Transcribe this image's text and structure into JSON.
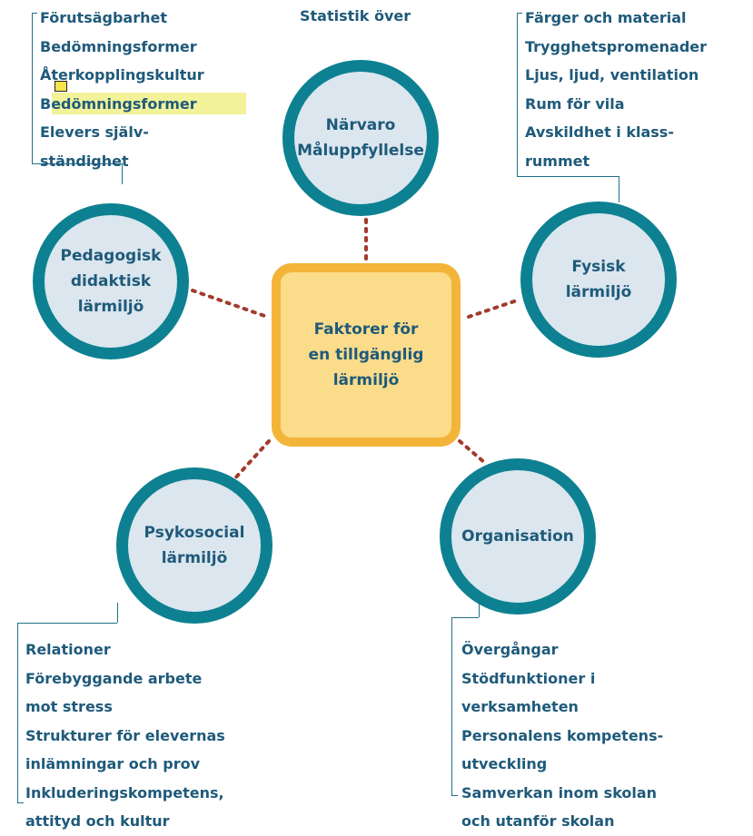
{
  "caption_top": "Statistik över",
  "center": {
    "lines": [
      "Faktorer för",
      "en tillgänglig",
      "lärmiljö"
    ]
  },
  "nodes": {
    "narvaro": {
      "lines": [
        "Närvaro",
        "Måluppfyllelse"
      ]
    },
    "pedagogisk": {
      "lines": [
        "Pedagogisk",
        "didaktisk",
        "lärmiljö"
      ]
    },
    "fysisk": {
      "lines": [
        "Fysisk",
        "lärmiljö"
      ]
    },
    "psykosocial": {
      "lines": [
        "Psykosocial",
        "lärmiljö"
      ]
    },
    "organisation": {
      "lines": [
        "Organisation"
      ]
    }
  },
  "lists": {
    "pedagogisk": [
      "Förutsägbarhet",
      "Bedömningsformer",
      "Återkopplingskultur",
      "Bedömningsformer",
      "Elevers själv-",
      "ständighet"
    ],
    "fysisk": [
      "Färger och material",
      "Trygghetspromenader",
      "Ljus, ljud, ventilation",
      "Rum för vila",
      "Avskildhet i klass-",
      "rummet"
    ],
    "psykosocial": [
      "Relationer",
      "Förebyggande arbete",
      "mot stress",
      "Strukturer för elevernas",
      "inlämningar och prov",
      "Inkluderingskompetens,",
      "attityd och kultur"
    ],
    "organisation": [
      "Övergångar",
      "Stödfunktioner i",
      "verksamheten",
      "Personalens kompetens-",
      "utveckling",
      "Samverkan inom skolan",
      "och utanför skolan"
    ]
  },
  "highlighted_item": "Bedömningsformer",
  "icons": {
    "comment": "comment-icon"
  },
  "colors": {
    "circle_fill": "#dbe6ee",
    "circle_border": "#0d8191",
    "center_fill": "#fbdc8a",
    "center_border": "#f3b43a",
    "text": "#1f5a7a",
    "connector": "#a33a2c",
    "highlight": "#f2f29a"
  }
}
